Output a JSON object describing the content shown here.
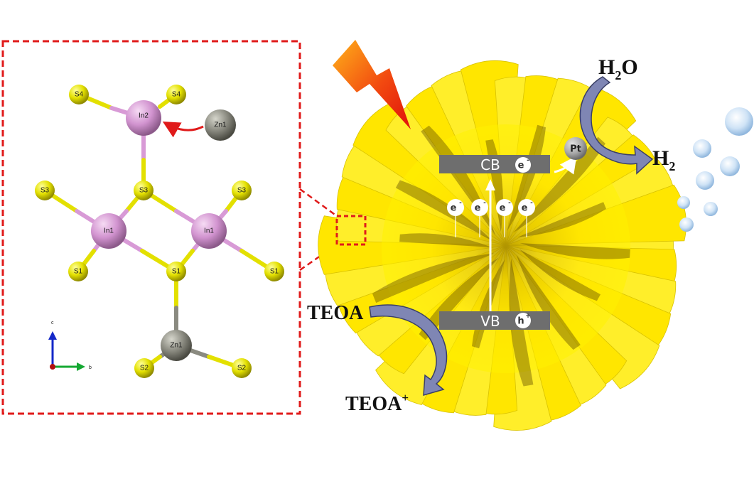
{
  "structure": {
    "atoms": {
      "s4_left": "S4",
      "s4_right": "S4",
      "in2": "In2",
      "zn1_free": "Zn1",
      "s3_left": "S3",
      "s3_center": "S3",
      "s3_right": "S3",
      "in1_left": "In1",
      "in1_right": "In1",
      "s1_left": "S1",
      "s1_center": "S1",
      "s1_right": "S1",
      "zn1": "Zn1",
      "s2_left": "S2",
      "s2_right": "S2"
    },
    "axes": {
      "c": "c",
      "b": "b"
    }
  },
  "mechanism": {
    "cb": {
      "label": "CB",
      "carrier": "e",
      "sign": "-"
    },
    "vb": {
      "label": "VB",
      "carrier": "h",
      "sign": "+"
    },
    "electrons": [
      {
        "carrier": "e",
        "sign": "-"
      },
      {
        "carrier": "e",
        "sign": "-"
      },
      {
        "carrier": "e",
        "sign": "-"
      },
      {
        "carrier": "e",
        "sign": "-"
      }
    ],
    "cocatalyst": "Pt",
    "reactant_water": {
      "main": "H",
      "sub": "2",
      "tail": "O"
    },
    "product_hydrogen": {
      "main": "H",
      "sub": "2"
    },
    "sacrificial": "TEOA",
    "oxidized": {
      "main": "TEOA",
      "sup": "+"
    }
  },
  "colors": {
    "frame": "#e01a1a",
    "sulfur": "#e3e000",
    "indium": "#d89ad6",
    "zinc": "#8a8a80",
    "band": "#6e6e6e",
    "flower": "#ffe600",
    "arrow": "#7f86b4"
  }
}
